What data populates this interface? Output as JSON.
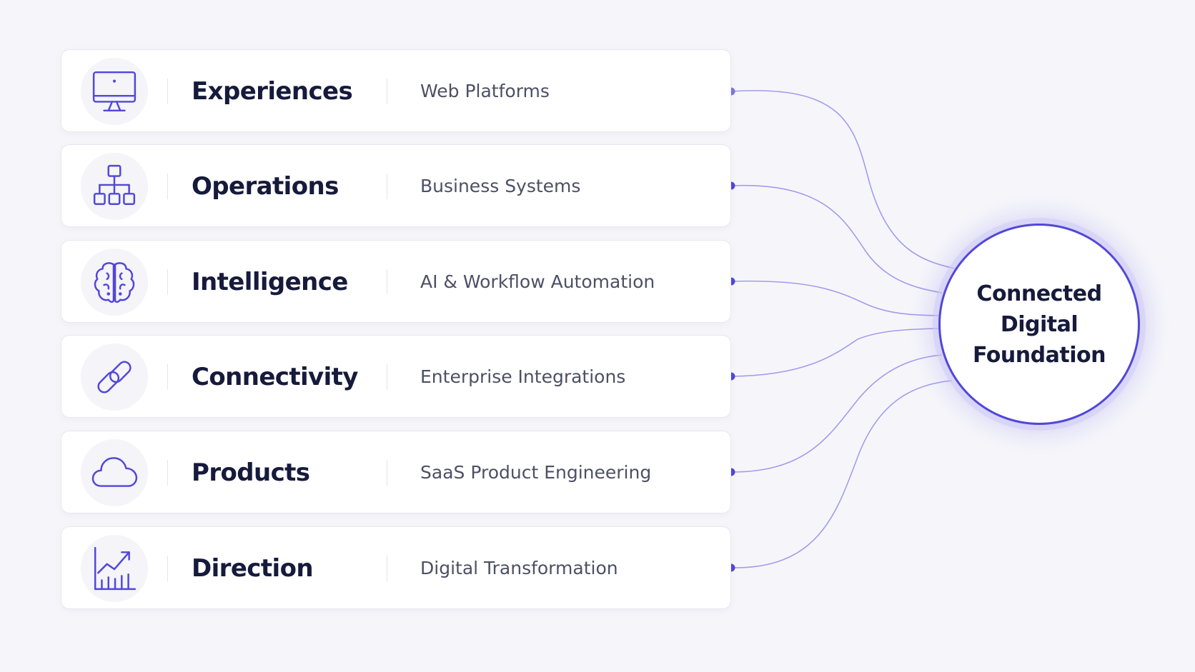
{
  "colors": {
    "accent": "#5247d8",
    "connector": "#9d97ea",
    "title_text": "#161a3b",
    "subtitle_text": "#4d5064",
    "background": "#f6f6fa"
  },
  "rows": [
    {
      "title": "Experiences",
      "subtitle": "Web Platforms",
      "icon": "monitor-icon"
    },
    {
      "title": "Operations",
      "subtitle": "Business Systems",
      "icon": "org-chart-icon"
    },
    {
      "title": "Intelligence",
      "subtitle": "AI & Workflow Automation",
      "icon": "brain-icon"
    },
    {
      "title": "Connectivity",
      "subtitle": "Enterprise Integrations",
      "icon": "link-icon"
    },
    {
      "title": "Products",
      "subtitle": "SaaS Product Engineering",
      "icon": "cloud-icon"
    },
    {
      "title": "Direction",
      "subtitle": "Digital Transformation",
      "icon": "growth-chart-icon"
    }
  ],
  "hub": {
    "line1": "Connected",
    "line2": "Digital",
    "line3": "Foundation"
  }
}
